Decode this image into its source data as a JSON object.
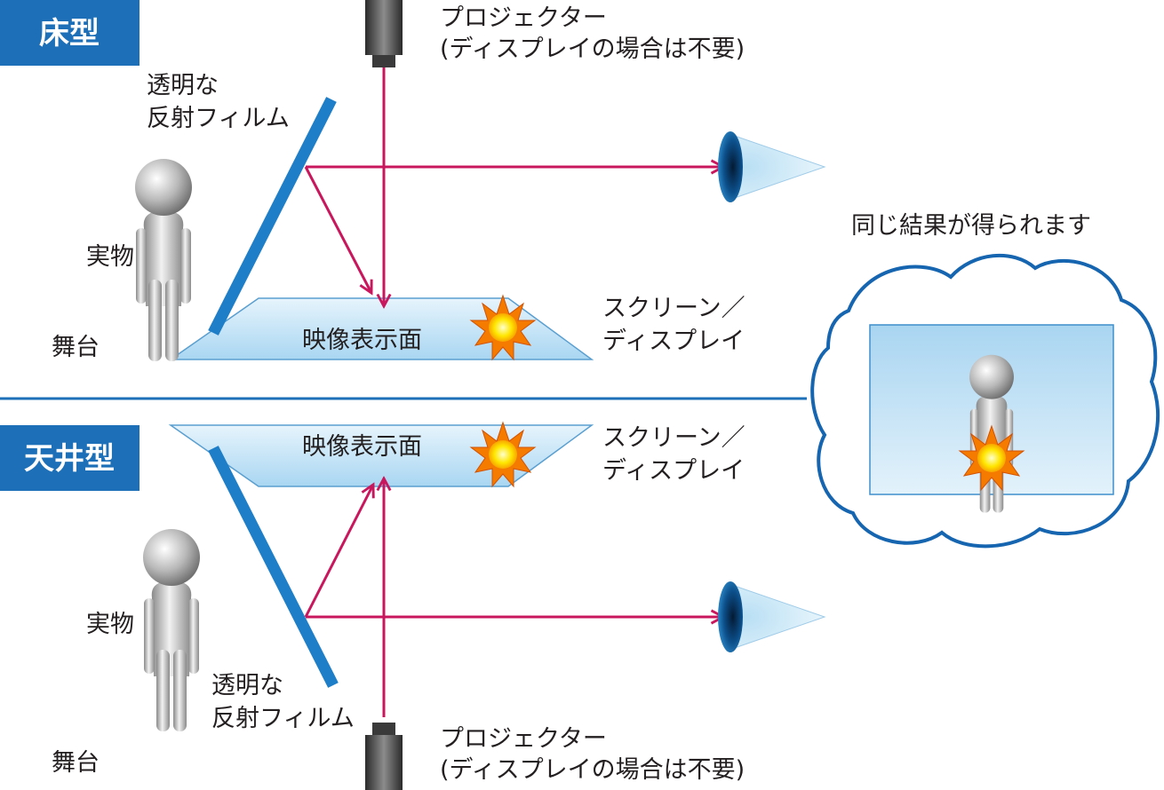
{
  "sections": {
    "floor": {
      "badge": "床型",
      "projector_line1": "プロジェクター",
      "projector_line2": "(ディスプレイの場合は不要)",
      "film_line1": "透明な",
      "film_line2": "反射フィルム",
      "object_label": "実物",
      "stage_label": "舞台",
      "surface_label": "映像表示面",
      "screen_line1": "スクリーン／",
      "screen_line2": "ディスプレイ"
    },
    "ceiling": {
      "badge": "天井型",
      "projector_line1": "プロジェクター",
      "projector_line2": "(ディスプレイの場合は不要)",
      "film_line1": "透明な",
      "film_line2": "反射フィルム",
      "object_label": "実物",
      "stage_label": "舞台",
      "surface_label": "映像表示面",
      "screen_line1": "スクリーン／",
      "screen_line2": "ディスプレイ"
    }
  },
  "result": {
    "caption": "同じ結果が得られます"
  },
  "colors": {
    "badge_blue": "#1d6fb8",
    "film_blue": "#1e7fc8",
    "beam": "#c8175d",
    "divider": "#1d6fb8",
    "cloud_stroke": "#1565b0",
    "panel_fill": "#bfe0f5"
  }
}
